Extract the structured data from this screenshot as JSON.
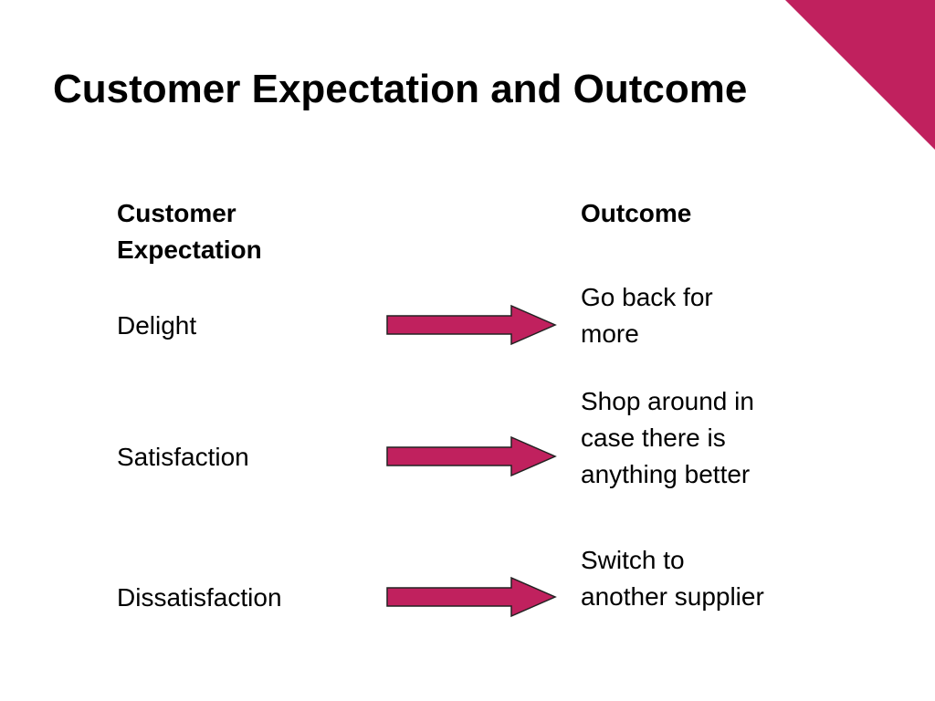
{
  "slide": {
    "title": "Customer Expectation and Outcome",
    "accent_color": "#C0215E"
  },
  "table": {
    "headers": {
      "expectation": "Customer Expectation",
      "outcome": "Outcome"
    },
    "rows": [
      {
        "expectation": "Delight",
        "outcome": "Go back for more"
      },
      {
        "expectation": "Satisfaction",
        "outcome": "Shop around in case there is anything better"
      },
      {
        "expectation": "Dissatisfaction",
        "outcome": "Switch to another supplier"
      }
    ]
  }
}
